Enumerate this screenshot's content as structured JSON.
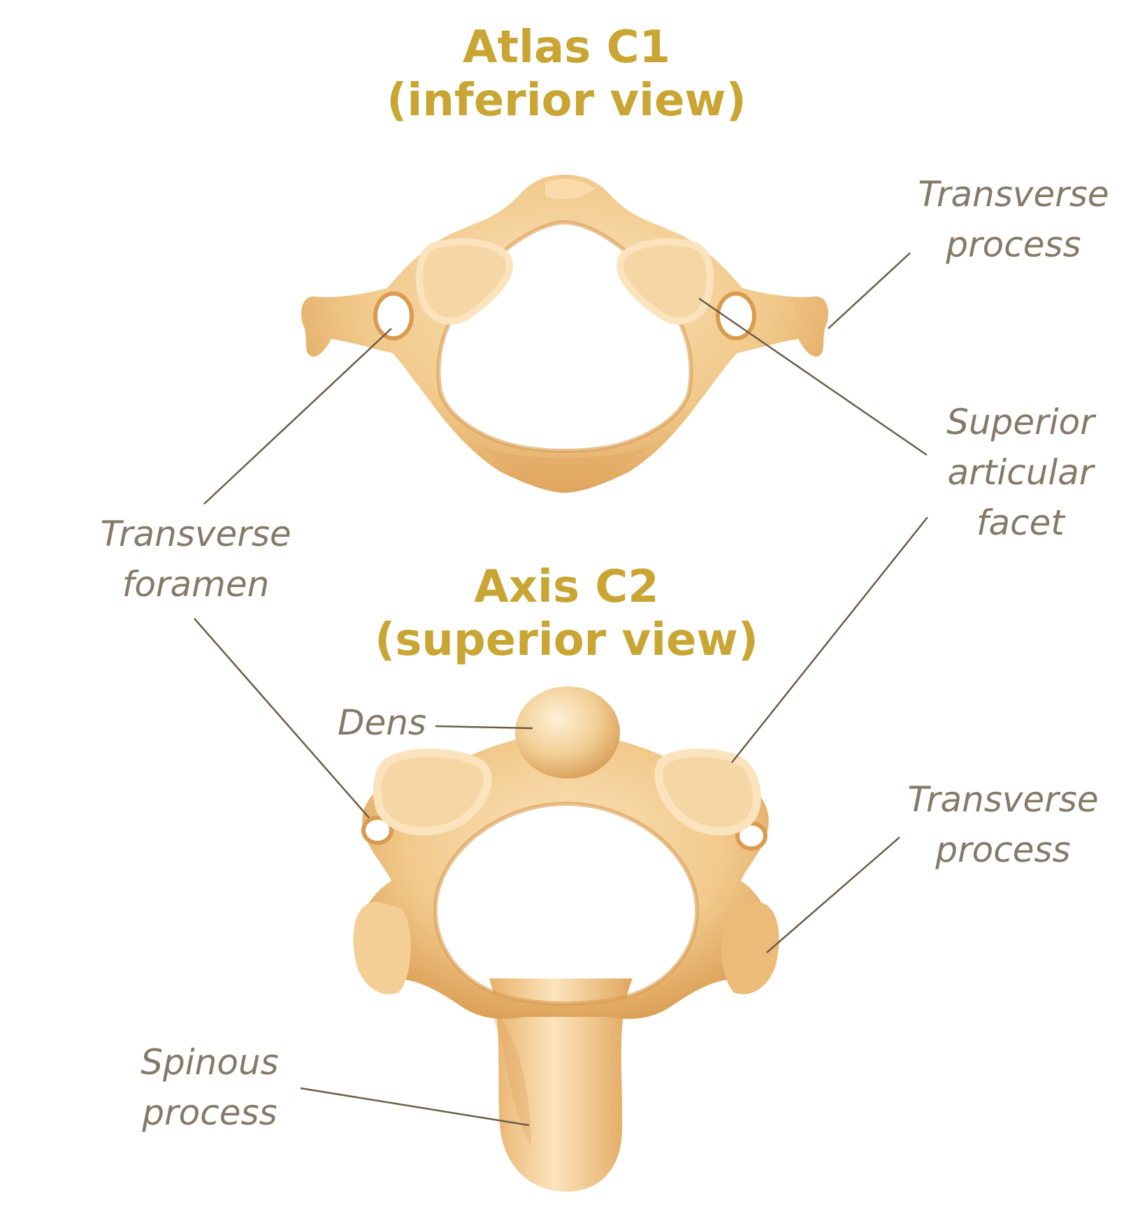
{
  "colors": {
    "title": "#c9a634",
    "label": "#857a68",
    "leader": "#6b5d48",
    "bone_base": "#f1c98b",
    "bone_dark": "#d99b50",
    "bone_light": "#fbe4bd",
    "facet_fill": "#f5d7a6",
    "facet_rim": "#fbe3bd"
  },
  "atlas": {
    "title_line1": "Atlas C1",
    "title_line2": "(inferior view)"
  },
  "axis": {
    "title_line1": "Axis C2",
    "title_line2": "(superior view)"
  },
  "labels": {
    "transverse_process_top": {
      "line1": "Transverse",
      "line2": "process"
    },
    "transverse_foramen": {
      "line1": "Transverse",
      "line2": "foramen"
    },
    "superior_articular_facet": {
      "line1": "Superior",
      "line2": "articular",
      "line3": "facet"
    },
    "dens": "Dens",
    "transverse_process_bottom": {
      "line1": "Transverse",
      "line2": "process"
    },
    "spinous_process": {
      "line1": "Spinous",
      "line2": "process"
    }
  }
}
